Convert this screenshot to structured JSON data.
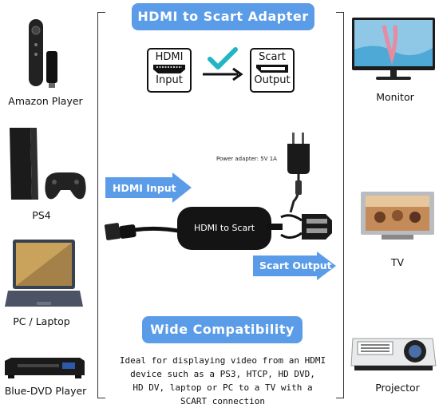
{
  "title": "HDMI to Scart Adapter",
  "diagram": {
    "input_top": "HDMI",
    "input_bottom": "Input",
    "output_top": "Scart",
    "output_bottom": "Output",
    "check_color": "#22b5c5"
  },
  "sources": [
    {
      "label": "Amazon Player",
      "icon": "fire-stick-icon"
    },
    {
      "label": "PS4",
      "icon": "ps4-console-icon"
    },
    {
      "label": "PC / Laptop",
      "icon": "laptop-icon"
    },
    {
      "label": "Blue-DVD Player",
      "icon": "dvd-player-icon"
    }
  ],
  "outputs": [
    {
      "label": "Monitor",
      "icon": "monitor-icon"
    },
    {
      "label": "TV",
      "icon": "tv-icon"
    },
    {
      "label": "Projector",
      "icon": "projector-icon"
    }
  ],
  "power_adapter": "Power adapter: 5V 1A",
  "hdmi_input_label": "HDMI Input",
  "scart_output_label": "Scart Output",
  "device_label": "HDMI to Scart",
  "compat_title": "Wide Compatibility",
  "description": [
    "Ideal for displaying video from an HDMI",
    "device such as a PS3, HTCP, HD DVD,",
    "HD DV, laptop or PC to a TV with a",
    "SCART connection"
  ],
  "colors": {
    "accent": "#5b9ce8"
  }
}
